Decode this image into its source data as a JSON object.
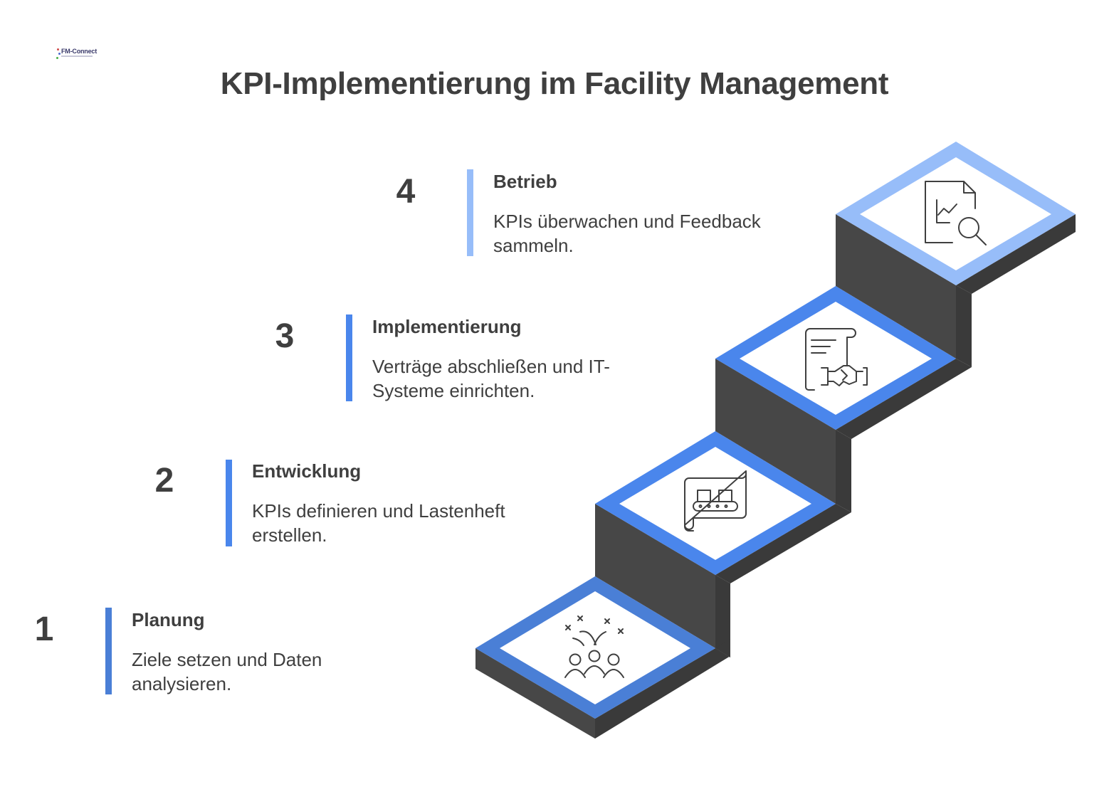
{
  "logo": {
    "text": "FM-Connect"
  },
  "title": "KPI-Implementierung im Facility Management",
  "colors": {
    "step1": "#4a7fd6",
    "step2": "#4a86ec",
    "step3": "#4a86ec",
    "step4": "#97bdf9",
    "stair_dark": "#474747",
    "stair_darker": "#3a3a3a"
  },
  "steps": [
    {
      "number": "1",
      "title": "Planung",
      "description": "Ziele setzen und Daten analysieren.",
      "icon": "team-celebration-icon"
    },
    {
      "number": "2",
      "title": "Entwicklung",
      "description": "KPIs definieren und Lastenheft erstellen.",
      "icon": "blueprint-conveyor-icon"
    },
    {
      "number": "3",
      "title": "Implementierung",
      "description": "Verträge abschließen und IT-Systeme einrichten.",
      "icon": "contract-handshake-icon"
    },
    {
      "number": "4",
      "title": "Betrieb",
      "description": "KPIs überwachen und Feedback sammeln.",
      "icon": "report-magnifier-icon"
    }
  ]
}
